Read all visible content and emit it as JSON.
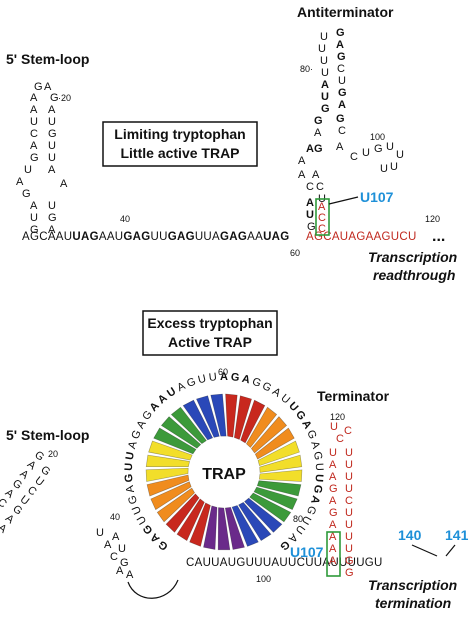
{
  "colors": {
    "terminator_red": "#c0281e",
    "residue_blue": "#1e90d8",
    "box_green": "#2e9a3a",
    "trap_red": "#c8281e",
    "trap_orange": "#f08c1e",
    "trap_yellow": "#f2de2a",
    "trap_green": "#3c9a3a",
    "trap_blue": "#2a48b8",
    "trap_purple": "#6a2a8a"
  },
  "top_panel": {
    "stem_loop_label": "5' Stem-loop",
    "antiterminator_label": "Antiterminator",
    "condition_line1": "Limiting tryptophan",
    "condition_line2": "Little active TRAP",
    "residue_label": "U107",
    "outcome_line1": "Transcription",
    "outcome_line2": "readthrough",
    "stem_loop_seq": "GAAGAUCAGUUCAGAUGAA",
    "leader_seq_start": "AGCAAUUAGAAUGAGUUGAGUUAGAGAAUAG",
    "red_seq": "AGCAUAGAAGUCU",
    "positions": [
      "20",
      "40",
      "60",
      "80",
      "100",
      "120"
    ],
    "ellipsis": "..."
  },
  "bottom_panel": {
    "condition_line1": "Excess tryptophan",
    "condition_line2": "Active TRAP",
    "stem_loop_label": "5' Stem-loop",
    "terminator_label": "Terminator",
    "trap_label": "TRAP",
    "residue_u107": "U107",
    "residue_140": "140",
    "residue_141": "141",
    "outcome_line1": "Transcription",
    "outcome_line2": "termination",
    "ring_seq": "GAGUUGAGUUAGAGAAUAGUUAGAGGAUUGAGAGUUGAGUUAG",
    "terminator_seq": "UCUAAGAGAAAACCCA",
    "tail_seq": "CAUUAUGUUUAUUCUUAUUUUGU",
    "positions": [
      "20",
      "40",
      "60",
      "80",
      "100",
      "120"
    ]
  }
}
